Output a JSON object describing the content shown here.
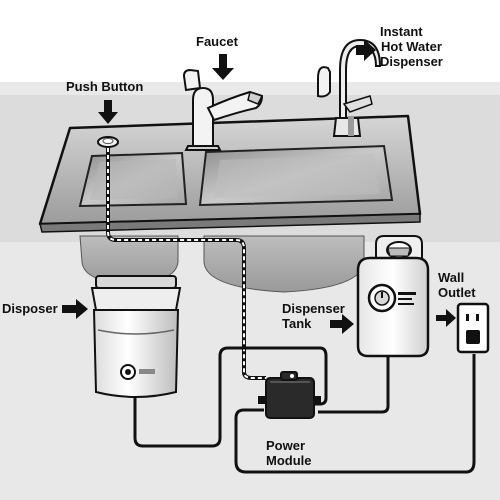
{
  "labels": {
    "faucet": "Faucet",
    "push_button": "Push Button",
    "instant_hot_water_dispenser": [
      "Instant",
      "Hot Water",
      "Dispenser"
    ],
    "disposer": "Disposer",
    "dispenser_tank": [
      "Dispenser",
      "Tank"
    ],
    "wall_outlet": [
      "Wall",
      "Outlet"
    ],
    "power_module": [
      "Power",
      "Module"
    ]
  },
  "colors": {
    "counter_band": "#d9d9d9",
    "cabinet": "#e8e8e8",
    "sink_steel": "#b9b9b9",
    "outline": "#111111",
    "accent_dark": "#222222"
  },
  "icons": [
    "arrow-down-icon",
    "arrow-right-icon"
  ]
}
